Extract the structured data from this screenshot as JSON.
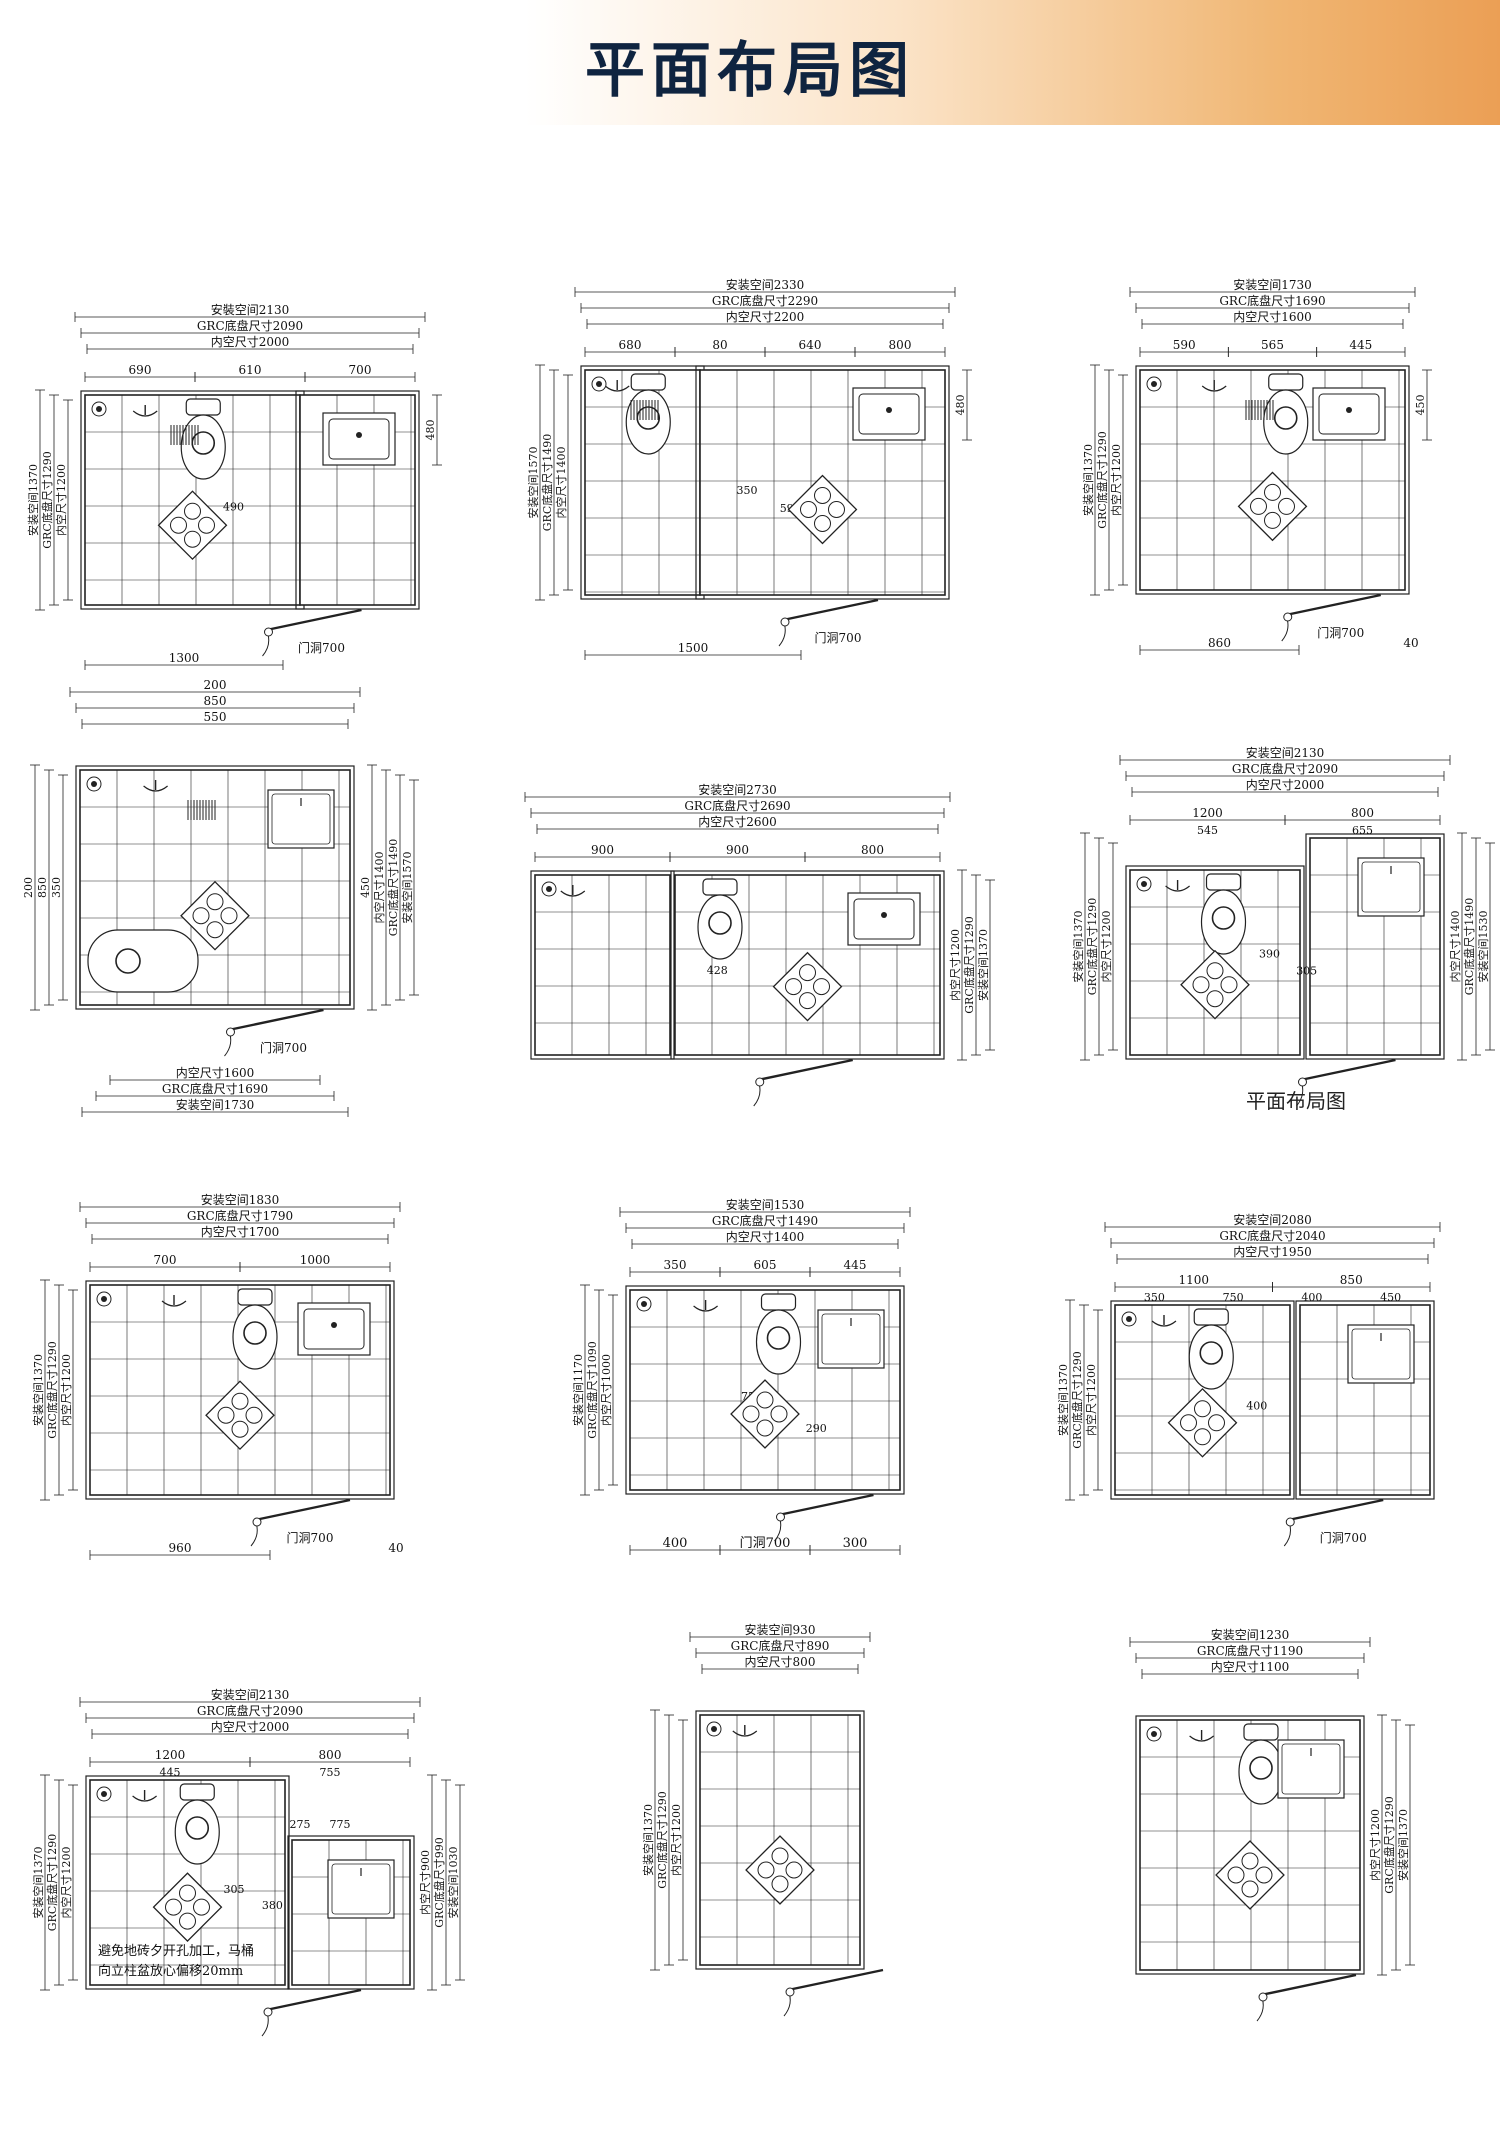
{
  "page": {
    "title": "平面布局图",
    "caption": "平面布局图"
  },
  "colors": {
    "title": "#0f2440",
    "gradient_end": "#eb9f55",
    "line": "#222222"
  },
  "plans": [
    {
      "id": "p1",
      "rooms": [
        [
          85,
          395,
          215,
          210
        ],
        [
          300,
          395,
          115,
          210
        ]
      ],
      "fixtures": [
        "basin",
        "toilet",
        "floor-drain",
        "shelf",
        "sink",
        "shower"
      ],
      "dims": {
        "top": [
          "安裝空间2130",
          "GRC底盘尺寸2090",
          "内空尺寸2000"
        ],
        "top_segs": [
          "690",
          "610",
          "700"
        ],
        "left": [
          "安装空间1370",
          "GRC底盘尺寸1290",
          "内空尺寸1200"
        ],
        "right": [
          "480"
        ],
        "bottom": [
          "1300"
        ],
        "door": "门洞700",
        "extra": [
          "490"
        ]
      }
    },
    {
      "id": "p2",
      "rooms": [
        [
          585,
          370,
          115,
          225
        ],
        [
          700,
          370,
          245,
          225
        ]
      ],
      "fixtures": [
        "basin",
        "toilet",
        "floor-drain",
        "shelf",
        "sink",
        "shower"
      ],
      "dims": {
        "top": [
          "安装空间2330",
          "GRC底盘尺寸2290",
          "内空尺寸2200"
        ],
        "top_segs": [
          "680",
          "80",
          "640",
          "800"
        ],
        "left": [
          "安装空间1570",
          "GRC底盘尺寸1490",
          "内空尺寸1400"
        ],
        "right": [
          "480"
        ],
        "bottom": [
          "1500"
        ],
        "door": "门洞700",
        "extra": [
          "350",
          "590"
        ]
      }
    },
    {
      "id": "p3",
      "rooms": [
        [
          1140,
          370,
          265,
          220
        ]
      ],
      "fixtures": [
        "basin",
        "toilet",
        "floor-drain",
        "shelf",
        "sink",
        "shower"
      ],
      "dims": {
        "top": [
          "安装空间1730",
          "GRC底盘尺寸1690",
          "内空尺寸1600"
        ],
        "top_segs": [
          "590",
          "565",
          "445"
        ],
        "left": [
          "安装空间1370",
          "GRC底盘尺寸1290",
          "内空尺寸1200"
        ],
        "right": [
          "450"
        ],
        "bottom": [
          "860",
          "40"
        ],
        "door": "门洞700"
      }
    },
    {
      "id": "p4",
      "rooms": [
        [
          80,
          770,
          270,
          235
        ]
      ],
      "fixtures": [
        "basin",
        "bathtub",
        "floor-drain",
        "shelf",
        "cabinet",
        "shower"
      ],
      "dims": {
        "top": [
          "200",
          "850",
          "550"
        ],
        "left": [
          "200",
          "850",
          "350"
        ],
        "right": [
          "450",
          "内空尺寸1400",
          "GRC底盘尺寸1490",
          "安装空间1570"
        ],
        "bottom": [
          "内空尺寸1600",
          "GRC底盘尺寸1690",
          "安装空间1730"
        ],
        "door": "门洞700"
      }
    },
    {
      "id": "p5",
      "rooms": [
        [
          535,
          875,
          135,
          180
        ],
        [
          675,
          875,
          265,
          180
        ]
      ],
      "fixtures": [
        "basin",
        "toilet",
        "floor-drain",
        "sink",
        "shower"
      ],
      "dims": {
        "top": [
          "安装空间2730",
          "GRC底盘尺寸2690",
          "内空尺寸2600"
        ],
        "top_segs": [
          "900",
          "900",
          "800"
        ],
        "right": [
          "内空尺寸1200",
          "GRC底盘尺寸1290",
          "安装空间1370"
        ],
        "extra": [
          "428"
        ]
      }
    },
    {
      "id": "p6",
      "rooms": [
        [
          1130,
          870,
          170,
          185
        ],
        [
          1310,
          838,
          130,
          217
        ]
      ],
      "fixtures": [
        "basin",
        "toilet",
        "floor-drain",
        "cabinet",
        "shower"
      ],
      "dims": {
        "top": [
          "安装空间2130",
          "GRC底盘尺寸2090",
          "内空尺寸2000"
        ],
        "top_segs": [
          "1200",
          "800"
        ],
        "top_sub": [
          "545",
          "655"
        ],
        "left": [
          "安装空间1370",
          "GRC底盘尺寸1290",
          "内空尺寸1200"
        ],
        "right": [
          "内空尺寸1400",
          "GRC底盘尺寸1490",
          "安装空间1530"
        ],
        "extra": [
          "390",
          "305"
        ]
      }
    },
    {
      "id": "p7",
      "rooms": [
        [
          90,
          1285,
          300,
          210
        ]
      ],
      "fixtures": [
        "basin",
        "toilet",
        "floor-drain",
        "sink",
        "shower"
      ],
      "dims": {
        "top": [
          "安装空间1830",
          "GRC底盘尺寸1790",
          "内空尺寸1700"
        ],
        "top_segs": [
          "700",
          "1000"
        ],
        "left": [
          "安装空间1370",
          "GRC底盘尺寸1290",
          "内空尺寸1200"
        ],
        "bottom": [
          "960",
          "40"
        ],
        "door": "门洞700"
      }
    },
    {
      "id": "p8",
      "rooms": [
        [
          630,
          1290,
          270,
          200
        ]
      ],
      "fixtures": [
        "basin",
        "toilet",
        "floor-drain",
        "cabinet",
        "shower"
      ],
      "dims": {
        "top": [
          "安装空间1530",
          "GRC底盘尺寸1490",
          "内空尺寸1400"
        ],
        "top_segs": [
          "350",
          "605",
          "445"
        ],
        "left": [
          "安装空间1170",
          "GRC底盘尺寸1090",
          "内空尺寸1000"
        ],
        "bottom": [
          "400",
          "门洞700",
          "300"
        ],
        "extra": [
          "750",
          "445",
          "290"
        ]
      }
    },
    {
      "id": "p9",
      "rooms": [
        [
          1115,
          1305,
          175,
          190
        ],
        [
          1300,
          1305,
          130,
          190
        ]
      ],
      "fixtures": [
        "basin",
        "toilet",
        "floor-drain",
        "cabinet",
        "shower"
      ],
      "dims": {
        "top": [
          "安装空间2080",
          "GRC底盘尺寸2040",
          "内空尺寸1950"
        ],
        "top_segs": [
          "1100",
          "850"
        ],
        "top_sub": [
          "350",
          "750",
          "400",
          "450"
        ],
        "left": [
          "安装空间1370",
          "GRC底盘尺寸1290",
          "内空尺寸1200"
        ],
        "extra": [
          "400"
        ],
        "door": "门洞700"
      }
    },
    {
      "id": "p10",
      "rooms": [
        [
          90,
          1780,
          195,
          205
        ],
        [
          292,
          1840,
          118,
          145
        ]
      ],
      "fixtures": [
        "basin",
        "toilet",
        "floor-drain",
        "cabinet",
        "shower"
      ],
      "dims": {
        "top": [
          "安装空间2130",
          "GRC底盘尺寸2090",
          "内空尺寸2000"
        ],
        "top_segs": [
          "1200",
          "800"
        ],
        "top_sub": [
          "445",
          "755"
        ],
        "right_sub": [
          "275",
          "775"
        ],
        "left": [
          "安装空间1370",
          "GRC底盘尺寸1290",
          "内空尺寸1200"
        ],
        "right": [
          "内空尺寸900",
          "GRC底盘尺寸990",
          "安装空间1030"
        ],
        "extra": [
          "305",
          "380"
        ],
        "note": [
          "避免地砖夕开孔加工，马桶",
          "向立柱盆放心偏移20mm"
        ]
      }
    },
    {
      "id": "p11",
      "rooms": [
        [
          700,
          1715,
          160,
          250
        ]
      ],
      "fixtures": [
        "basin",
        "floor-drain",
        "shower"
      ],
      "dims": {
        "top": [
          "安装空间930",
          "GRC底盘尺寸890",
          "内空尺寸800"
        ],
        "left": [
          "安装空间1370",
          "GRC底盘尺寸1290",
          "内空尺寸1200"
        ]
      }
    },
    {
      "id": "p12",
      "rooms": [
        [
          1140,
          1720,
          220,
          250
        ]
      ],
      "fixtures": [
        "basin",
        "toilet",
        "floor-drain",
        "cabinet",
        "shower"
      ],
      "dims": {
        "top": [
          "安装空间1230",
          "GRC底盘尺寸1190",
          "内空尺寸1100"
        ],
        "right": [
          "内空尺寸1200",
          "GRC底盘尺寸1290",
          "安装空间1370"
        ]
      }
    }
  ]
}
